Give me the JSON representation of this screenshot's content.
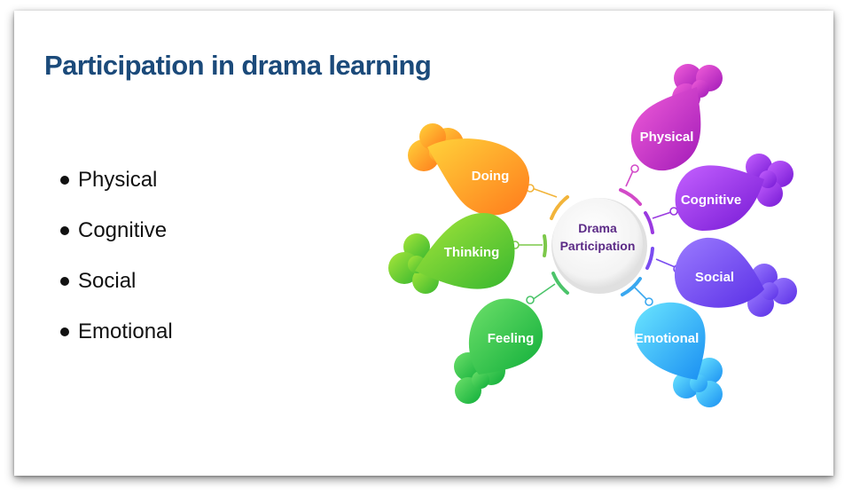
{
  "slide": {
    "title": "Participation in drama learning",
    "bullets": [
      "Physical",
      "Cognitive",
      "Social",
      "Emotional"
    ]
  },
  "diagram": {
    "center": {
      "line1": "Drama",
      "line2": "Participation",
      "text_color": "#5b2a86"
    },
    "nodes": [
      {
        "label": "Doing",
        "color_start": "#ffd23a",
        "color_end": "#ff7b1c"
      },
      {
        "label": "Thinking",
        "color_start": "#a8e63a",
        "color_end": "#37b72f"
      },
      {
        "label": "Feeling",
        "color_start": "#6ee06a",
        "color_end": "#0fae3a"
      },
      {
        "label": "Physical",
        "color_start": "#f25ed9",
        "color_end": "#a11ab8"
      },
      {
        "label": "Cognitive",
        "color_start": "#c561ff",
        "color_end": "#7418d4"
      },
      {
        "label": "Social",
        "color_start": "#9b7bff",
        "color_end": "#5a2fe6"
      },
      {
        "label": "Emotional",
        "color_start": "#6be6ff",
        "color_end": "#1a8ff2"
      }
    ]
  }
}
